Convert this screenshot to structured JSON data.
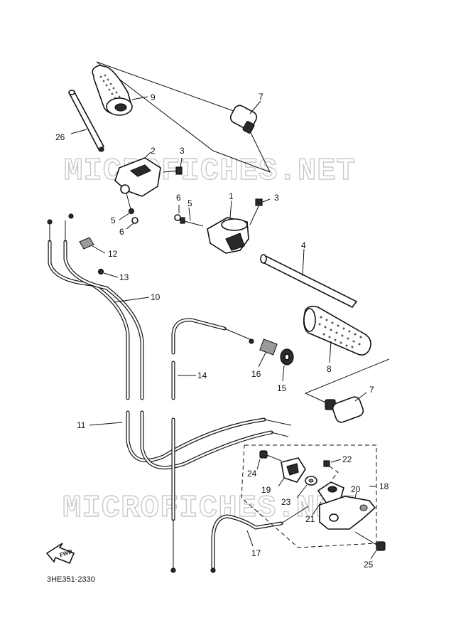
{
  "watermark": "MICROFICHES.NET",
  "diagram_code": "3HE351-2330",
  "fwd_label": "FWD",
  "callouts": {
    "c1": "1",
    "c2": "2",
    "c3a": "3",
    "c3b": "3",
    "c4": "4",
    "c5a": "5",
    "c5b": "5",
    "c6a": "6",
    "c6b": "6",
    "c7a": "7",
    "c7b": "7",
    "c8": "8",
    "c9": "9",
    "c10": "10",
    "c11": "11",
    "c12": "12",
    "c13": "13",
    "c14": "14",
    "c15": "15",
    "c16": "16",
    "c17": "17",
    "c18": "18",
    "c19": "19",
    "c20": "20",
    "c21": "21",
    "c22": "22",
    "c23": "23",
    "c24": "24",
    "c25": "25",
    "c26": "26"
  }
}
